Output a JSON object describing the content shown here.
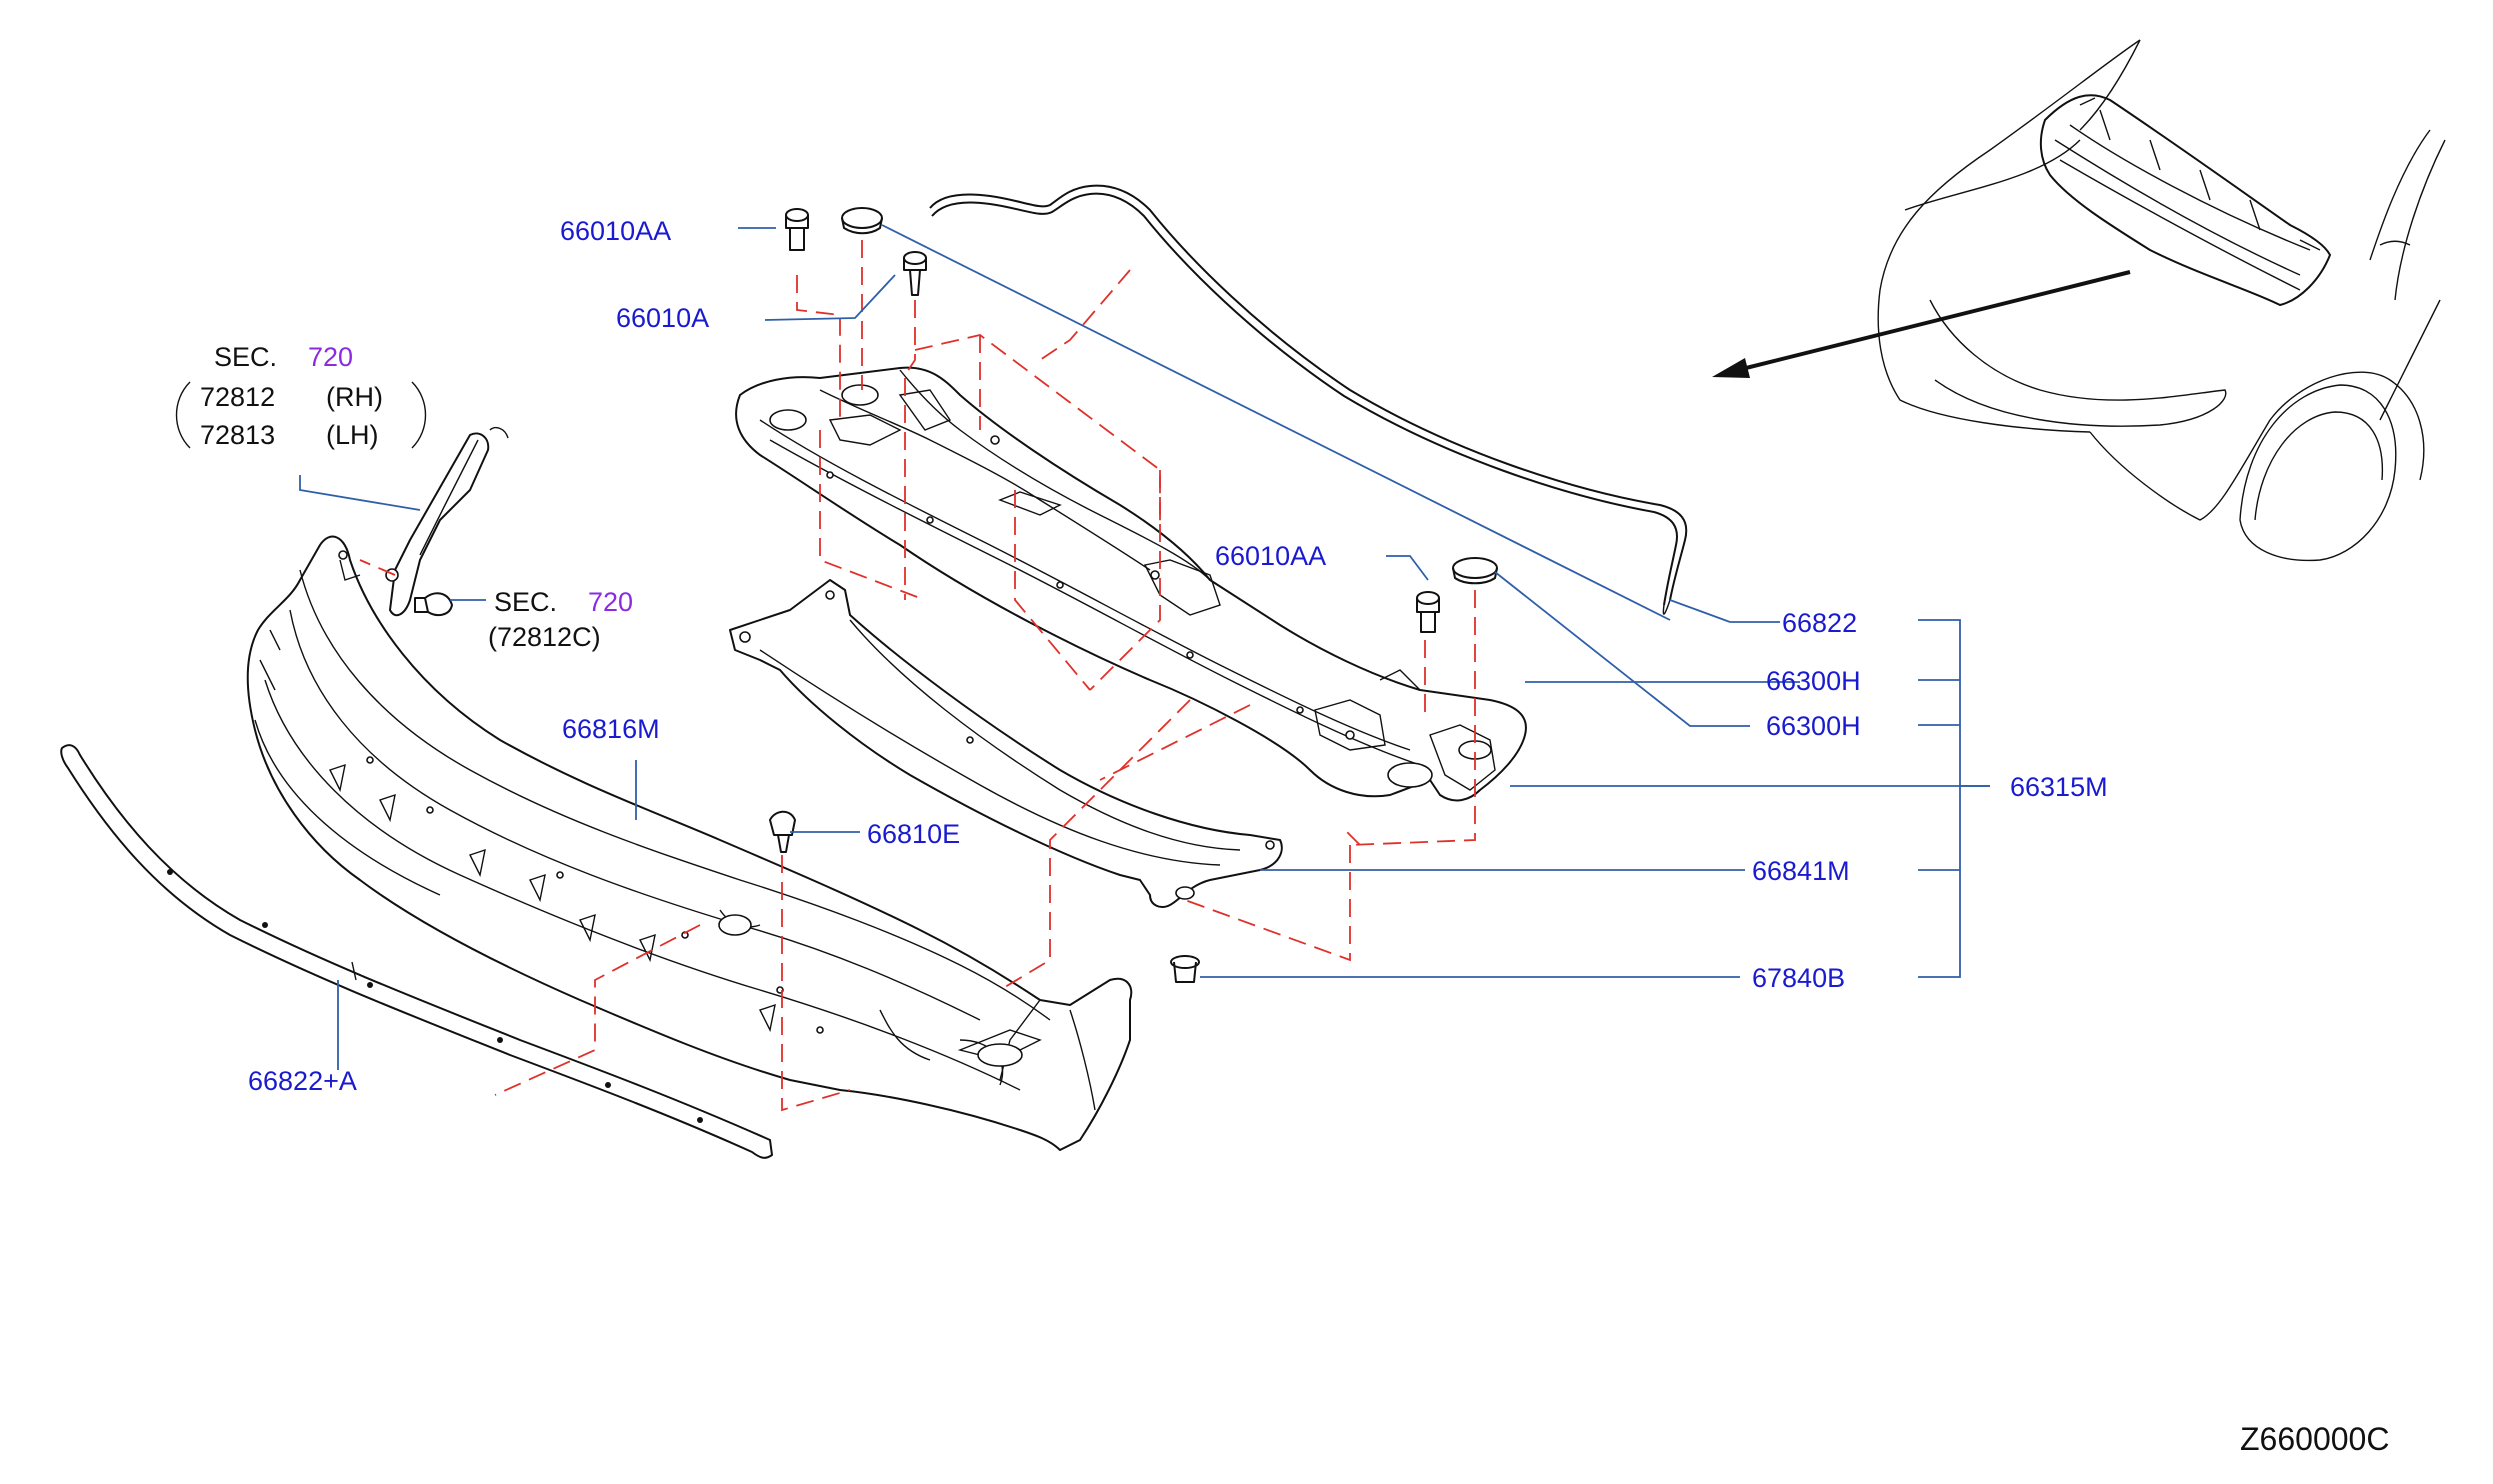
{
  "diagram_code": "Z660000C",
  "callouts": {
    "c_66010AA_top": "66010AA",
    "c_66010A": "66010A",
    "c_66010AA_right": "66010AA",
    "c_66822": "66822",
    "c_66300H_1": "66300H",
    "c_66300H_2": "66300H",
    "c_66315M": "66315M",
    "c_66841M": "66841M",
    "c_67840B": "67840B",
    "c_66816M": "66816M",
    "c_66810E": "66810E",
    "c_66822A": "66822+A"
  },
  "sec_ref_1": {
    "sec_text": "SEC.",
    "sec_num": "720",
    "parts": [
      {
        "num": "72812",
        "side": "(RH)"
      },
      {
        "num": "72813",
        "side": "(LH)"
      }
    ]
  },
  "sec_ref_2": {
    "sec_text": "SEC.",
    "sec_num": "720",
    "part": "(72812C)"
  },
  "colors": {
    "part_number": "#1a1ad0",
    "section_number": "#8a2be2",
    "leader_line": "#2f5fa8",
    "dashed_guide": "#e0302a",
    "line_art": "#111111"
  }
}
